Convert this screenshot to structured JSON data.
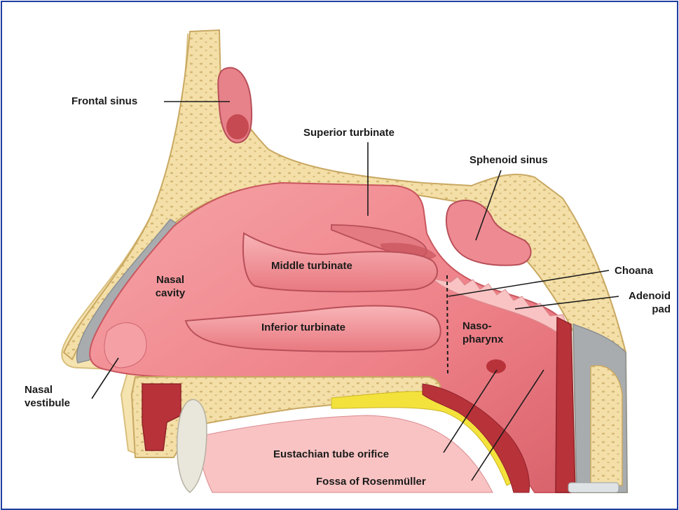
{
  "colors": {
    "frame": "#1f3f9e",
    "bone": "#f3dfa7",
    "bone_edge": "#c9a862",
    "mucosa": "#f08a8f",
    "mucosa_dark": "#c9565e",
    "mucosa_light": "#f9c3c3",
    "muscle": "#b8323a",
    "cartilage": "#a8acaf",
    "fat": "#f3e23c",
    "tooth": "#e9e6dc"
  },
  "labels": {
    "frontal_sinus": "Frontal sinus",
    "superior_turbinate": "Superior turbinate",
    "sphenoid_sinus": "Sphenoid sinus",
    "middle_turbinate": "Middle turbinate",
    "nasal_cavity_line1": "Nasal",
    "nasal_cavity_line2": "cavity",
    "choana": "Choana",
    "adenoid_line1": "Adenoid",
    "adenoid_line2": "pad",
    "inferior_turbinate": "Inferior turbinate",
    "nasopharynx_line1": "Naso-",
    "nasopharynx_line2": "pharynx",
    "nasal_vestibule_line1": "Nasal",
    "nasal_vestibule_line2": "vestibule",
    "eustachian": "Eustachian tube orifice",
    "fossa": "Fossa of Rosenmüller"
  }
}
